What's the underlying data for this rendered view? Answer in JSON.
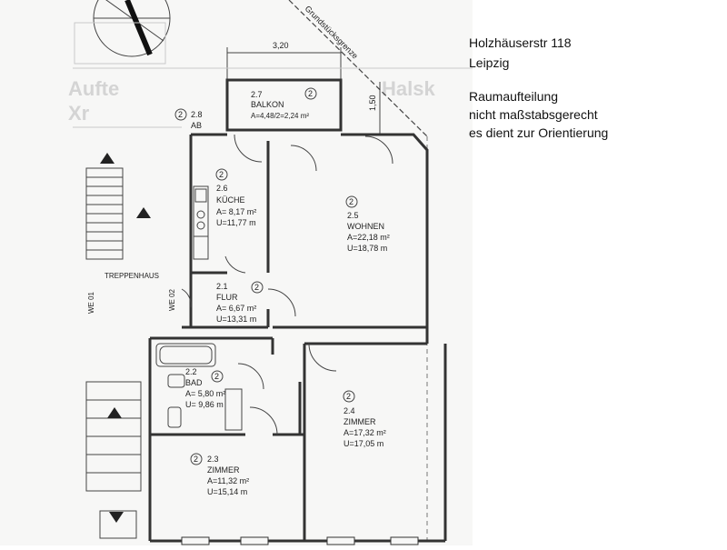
{
  "notes": {
    "address_line1": "Holzhäuserstr 118",
    "address_line2": "Leipzig",
    "heading": "Raumaufteilung",
    "line1": "nicht maßstabsgerecht",
    "line2": "es dient zur Orientierung"
  },
  "plan": {
    "boundary_label": "Grundstücksgrenze",
    "dim_width": "3,20",
    "dim_height": "1,50",
    "stair_label": "TREPPENHAUS",
    "side_label_we": "WE 01",
    "side_label_we2": "WE 02",
    "rooms": [
      {
        "id": "2.7",
        "circle": "2",
        "name": "BALKON",
        "area": "A=4,48/2=2,24 m²",
        "perimeter": ""
      },
      {
        "id": "2.8",
        "circle": "2",
        "name": "AB",
        "area": "",
        "perimeter": ""
      },
      {
        "id": "2.6",
        "circle": "2",
        "name": "KÜCHE",
        "area": "A= 8,17 m²",
        "perimeter": "U=11,77 m"
      },
      {
        "id": "2.5",
        "circle": "2",
        "name": "WOHNEN",
        "area": "A=22,18 m²",
        "perimeter": "U=18,78 m"
      },
      {
        "id": "2.1",
        "circle": "2",
        "name": "FLUR",
        "area": "A= 6,67 m²",
        "perimeter": "U=13,31 m"
      },
      {
        "id": "2.2",
        "circle": "2",
        "name": "BAD",
        "area": "A= 5,80 m²",
        "perimeter": "U= 9,86 m"
      },
      {
        "id": "2.4",
        "circle": "2",
        "name": "ZIMMER",
        "area": "A=17,32 m²",
        "perimeter": "U=17,05 m"
      },
      {
        "id": "2.3",
        "circle": "2",
        "name": "ZIMMER",
        "area": "A=11,32 m²",
        "perimeter": "U=15,14 m"
      }
    ]
  }
}
